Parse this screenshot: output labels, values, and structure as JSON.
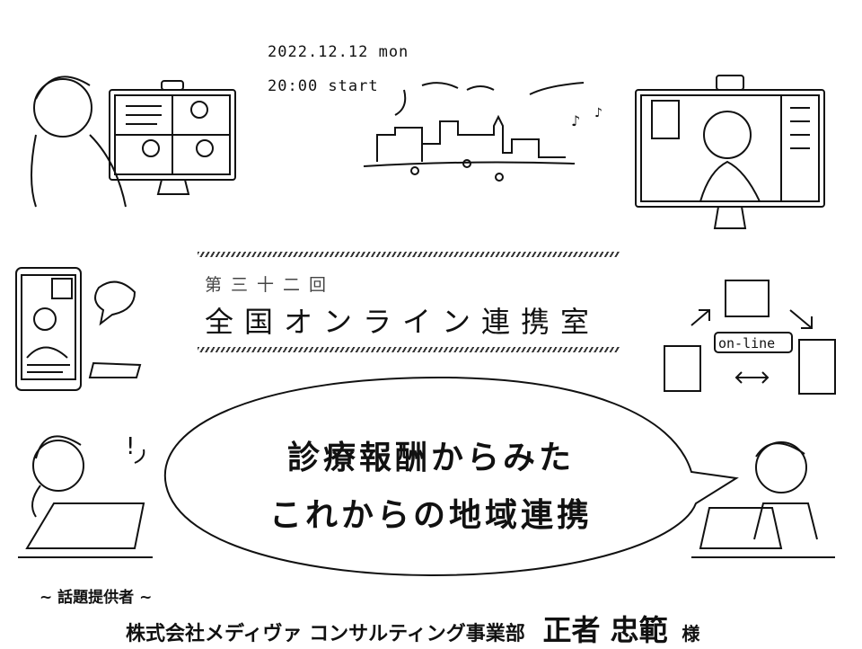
{
  "event": {
    "date": "2022.12.12 mon",
    "time": "20:00 start",
    "round": "第三十二回",
    "title": "全国オンライン連携室",
    "topic_line1": "診療報酬からみた",
    "topic_line2": "これからの地域連携"
  },
  "presenter": {
    "label": "~ 話題提供者 ~",
    "affiliation": "株式会社メディヴァ コンサルティング事業部",
    "name": "正者 忠範",
    "honorific": "様"
  },
  "illustration": {
    "online_label": "on-line",
    "exclamation": "!"
  }
}
